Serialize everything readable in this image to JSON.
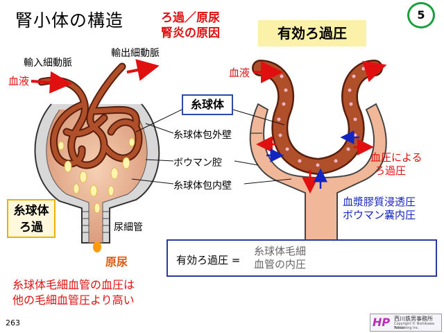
{
  "title": "腎小体の構造",
  "subtitle": [
    "ろ過／原尿",
    "腎炎の原因"
  ],
  "page_number": "5",
  "banner": "有効ろ過圧",
  "left_diagram": {
    "afferent": "輸入細動脈",
    "efferent": "輸出細動脈",
    "blood": "血液",
    "urinary_tubule": "尿細管",
    "primary_urine": "原尿",
    "filtration_box": [
      "糸球体",
      "ろ過"
    ]
  },
  "center_labels": {
    "glomerulus": "糸球体",
    "outer_wall": "糸球体包外壁",
    "bowman_space": "ボウマン腔",
    "inner_wall": "糸球体包内壁"
  },
  "right_diagram": {
    "blood": "血液",
    "bp_label": [
      "血圧による",
      "ろ過圧"
    ],
    "opposing": [
      "血漿膠質浸透圧",
      "ボウマン嚢内圧"
    ]
  },
  "formula": {
    "lhs": "有効ろ過圧 =",
    "rhs": [
      "糸球体毛細",
      "血管の内圧"
    ]
  },
  "note": [
    "糸球体毛細血管の血圧は",
    "他の毛細血管圧より高い"
  ],
  "footer_page": "263",
  "logo": {
    "mark": "HP",
    "name": "西川鉄男事務所",
    "copyright": "Copyright © Nishikawa Tetsuo",
    "publishing": "Publishing Inc."
  },
  "colors": {
    "vessel": "#b0502a",
    "vessel_dark": "#5a1e0c",
    "accent_red": "#e01010",
    "accent_blue": "#1424c0",
    "capsule": "#f0b898",
    "banner_bg": "#fbf1a8",
    "badge_green": "#17a03a"
  }
}
